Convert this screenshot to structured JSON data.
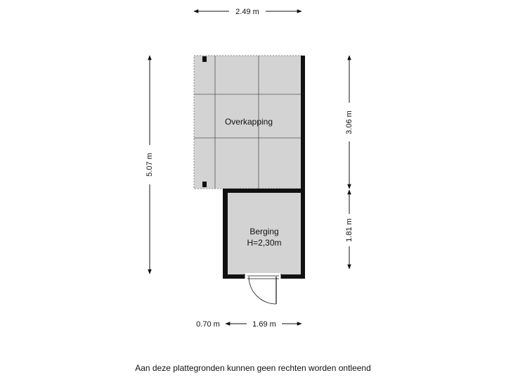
{
  "dimensions": {
    "top_width": "2.49 m",
    "left_height": "5.07 m",
    "right_upper": "3.06 m",
    "right_lower": "1.81 m",
    "bottom_left": "0.70 m",
    "bottom_right": "1.69 m"
  },
  "rooms": {
    "overkapping": {
      "name": "Overkapping"
    },
    "berging": {
      "name": "Berging",
      "height": "H=2,30m"
    }
  },
  "footer": {
    "disclaimer": "Aan deze plattegronden kunnen geen rechten worden ontleend"
  },
  "colors": {
    "wall": "#111111",
    "room_fill": "#d3d3d3",
    "grid_line": "#8a8a8a"
  }
}
